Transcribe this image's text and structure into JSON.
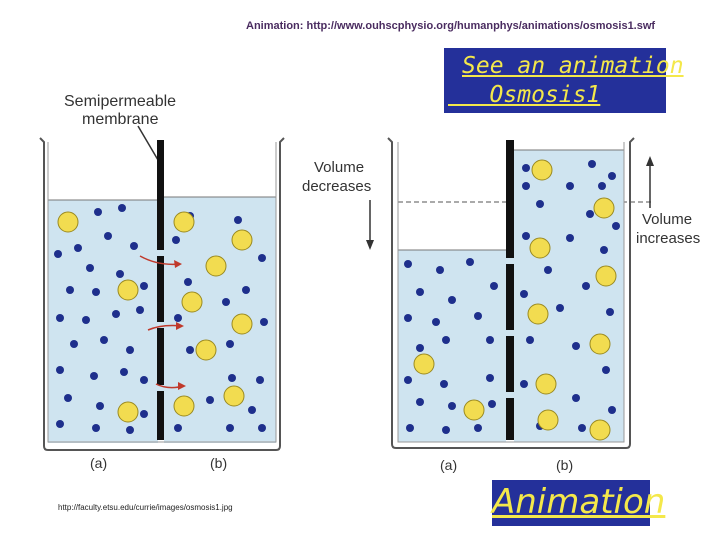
{
  "header": {
    "source_caption": "Animation: http://www.ouhscphysio.org/humanphys/animations/osmosis1.swf"
  },
  "link_box": {
    "line1": "See an animation",
    "line2": "   Osmosis1"
  },
  "animation_button": {
    "label": "Animation"
  },
  "footer": {
    "image_source": "http://faculty.etsu.edu/currie/images/osmosis1.jpg"
  },
  "diagram": {
    "membrane_label_line1": "Semipermeable",
    "membrane_label_line2": "membrane",
    "volume_decreases_line1": "Volume",
    "volume_decreases_line2": "decreases",
    "volume_increases_line1": "Volume",
    "volume_increases_line2": "increases",
    "left_beaker": {
      "side_a_label": "(a)",
      "side_b_label": "(b)"
    },
    "right_beaker": {
      "side_a_label": "(a)",
      "side_b_label": "(b)"
    }
  },
  "colors": {
    "solution": "#cfe4f0",
    "water_molecule": "#1e2f8c",
    "solute_particle": "#f2dc50",
    "membrane": "#111111",
    "link_box_bg": "#24309a",
    "link_text": "#f4e84a"
  }
}
